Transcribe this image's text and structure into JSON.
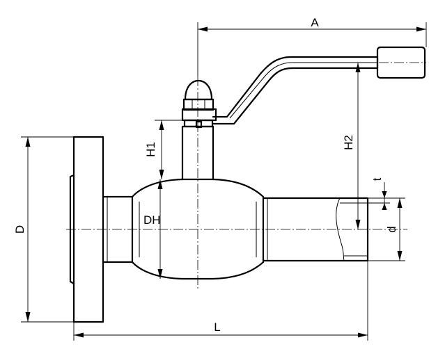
{
  "labels": {
    "A": "A",
    "H1": "H1",
    "H2": "H2",
    "D": "D",
    "DH": "DH",
    "L": "L",
    "t": "t",
    "d": "d"
  },
  "colors": {
    "stroke": "#000000",
    "background": "#ffffff"
  }
}
